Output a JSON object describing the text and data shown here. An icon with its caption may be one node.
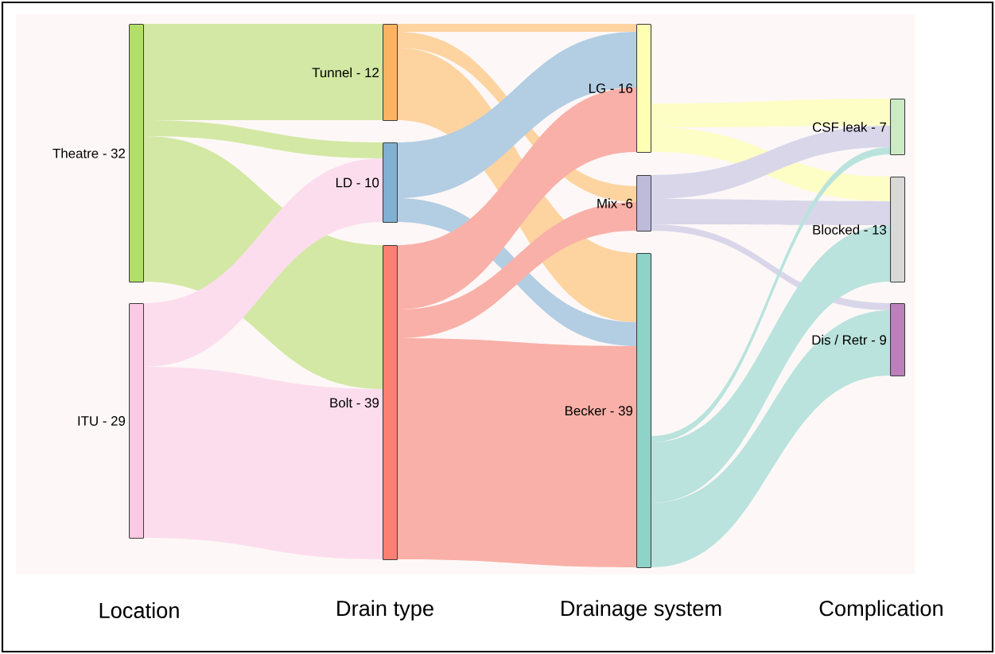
{
  "diagram": {
    "nodes": [
      {
        "text": [
          "Theatre - 32"
        ]
      },
      {
        "text": [
          "ITU - 29"
        ]
      },
      {
        "text": [
          "Tunnel - 12"
        ]
      },
      {
        "text": [
          "LD - 10"
        ]
      },
      {
        "text": [
          "Bolt - 39"
        ]
      },
      {
        "text": [
          "LG - 16"
        ]
      },
      {
        "text": [
          "Mix -6"
        ]
      },
      {
        "text": [
          "Becker - 39"
        ]
      },
      {
        "text": [
          "CSF leak - 7"
        ]
      },
      {
        "text": [
          "Blocked - 13"
        ]
      },
      {
        "text": [
          "Dis / Retr - 9"
        ]
      }
    ],
    "edges": [
      {
        "from": 0,
        "to": 2,
        "arrow": "none",
        "color": "#d3e8a4"
      },
      {
        "from": 0,
        "to": 3,
        "arrow": "none",
        "color": "#d3e8a4"
      },
      {
        "from": 0,
        "to": 4,
        "arrow": "none",
        "color": "#d3e8a4"
      },
      {
        "from": 1,
        "to": 3,
        "arrow": "none",
        "color": "#fcdded"
      },
      {
        "from": 1,
        "to": 4,
        "arrow": "none",
        "color": "#fcdded"
      },
      {
        "from": 2,
        "to": 5,
        "arrow": "none",
        "color": "#fdd3a0"
      },
      {
        "from": 2,
        "to": 6,
        "arrow": "none",
        "color": "#fdd3a0"
      },
      {
        "from": 2,
        "to": 7,
        "arrow": "none",
        "color": "#fdd3a0"
      },
      {
        "from": 3,
        "to": 5,
        "arrow": "none",
        "color": "#b3cde3"
      },
      {
        "from": 3,
        "to": 7,
        "arrow": "none",
        "color": "#b3cde3"
      },
      {
        "from": 4,
        "to": 5,
        "arrow": "none",
        "color": "#f9b0a8"
      },
      {
        "from": 4,
        "to": 6,
        "arrow": "none",
        "color": "#f9b0a8"
      },
      {
        "from": 4,
        "to": 7,
        "arrow": "none",
        "color": "#f9b0a8"
      },
      {
        "from": 5,
        "to": 8,
        "arrow": "none",
        "color": "#fdfdc6"
      },
      {
        "from": 5,
        "to": 9,
        "arrow": "none",
        "color": "#fdfdc6"
      },
      {
        "from": 6,
        "to": 8,
        "arrow": "none",
        "color": "#d9d6ea"
      },
      {
        "from": 6,
        "to": 9,
        "arrow": "none",
        "color": "#d9d6ea"
      },
      {
        "from": 6,
        "to": 10,
        "arrow": "none",
        "color": "#d9d6ea"
      },
      {
        "from": 7,
        "to": 8,
        "arrow": "none",
        "color": "#b9e3dc"
      },
      {
        "from": 7,
        "to": 9,
        "arrow": "none",
        "color": "#b9e3dc"
      },
      {
        "from": 7,
        "to": 10,
        "arrow": "none",
        "color": "#b9e3dc"
      }
    ],
    "labels": [
      "Location",
      "Drain type",
      "Drainage system",
      "Complication"
    ]
  }
}
